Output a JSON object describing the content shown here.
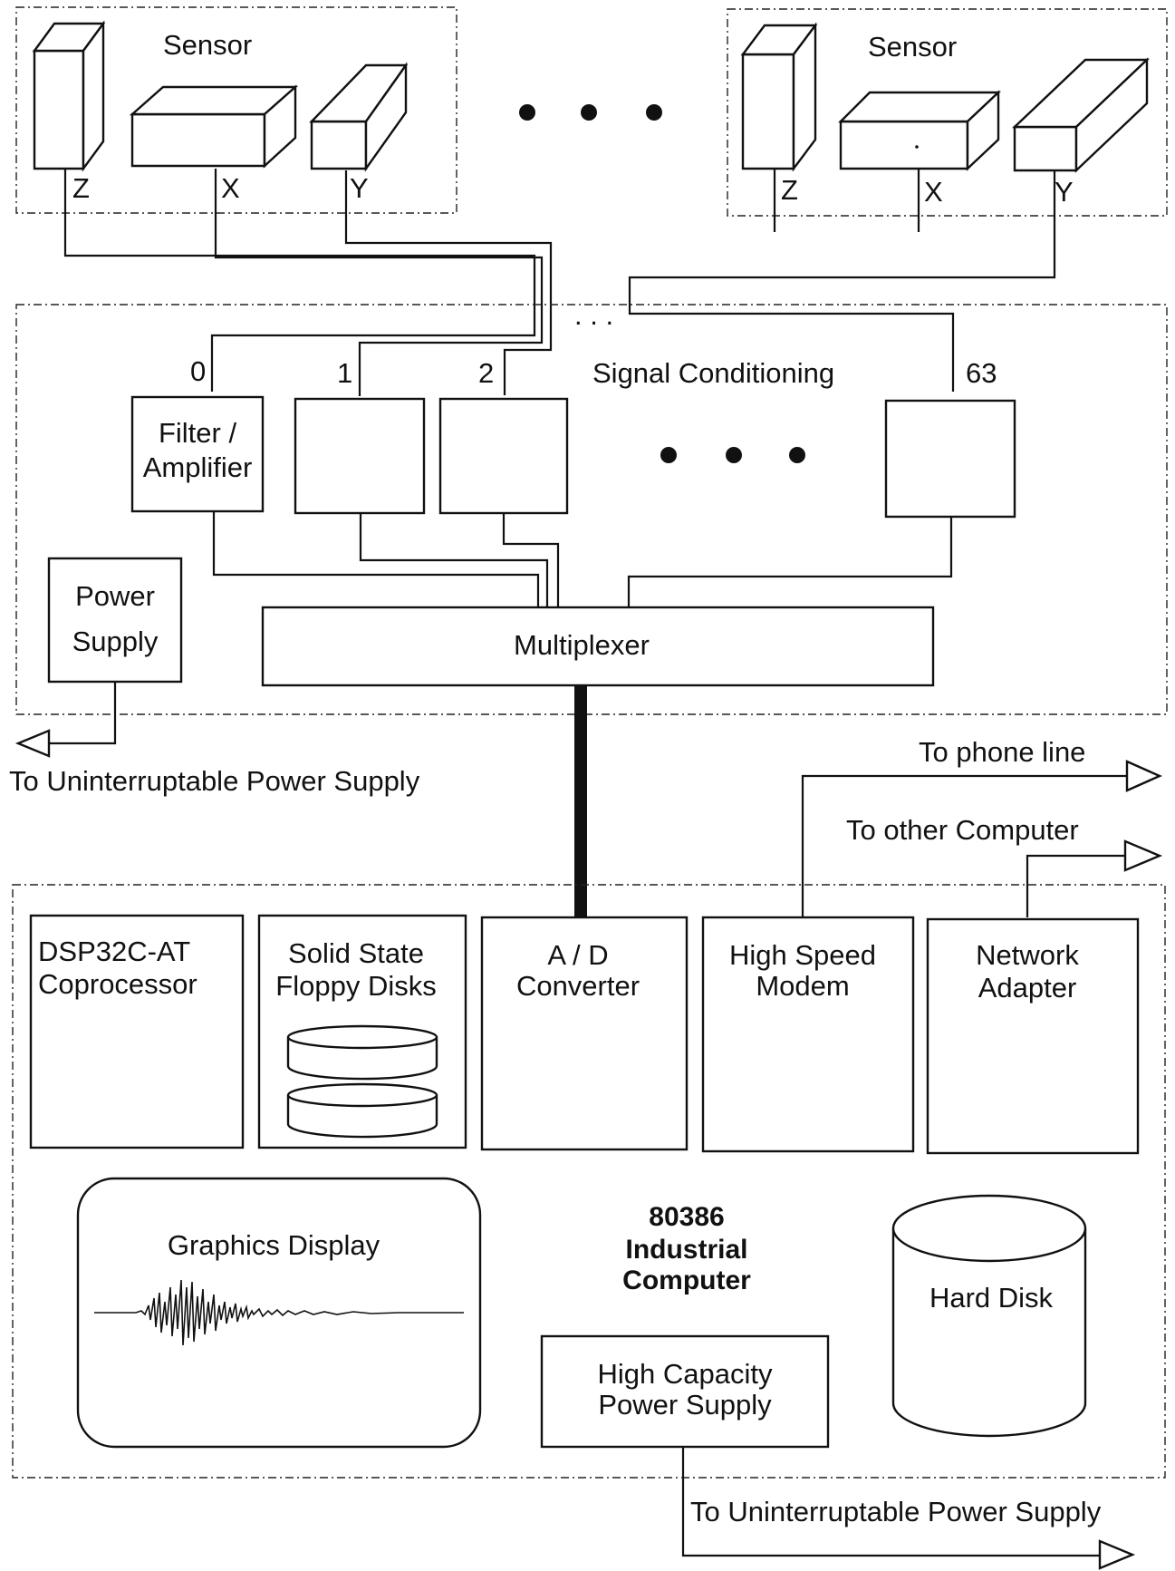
{
  "sensors": [
    {
      "title": "Sensor",
      "axes": [
        "Z",
        "X",
        "Y"
      ]
    },
    {
      "title": "Sensor",
      "axes": [
        "Z",
        "X",
        "Y"
      ]
    }
  ],
  "ellipsis_top": "• • •",
  "ellipsis_wires": ". . .",
  "signal_conditioning": {
    "title": "Signal Conditioning",
    "channels": [
      "0",
      "1",
      "2",
      "63"
    ],
    "filter_label_line1": "Filter /",
    "filter_label_line2": "Amplifier",
    "ellipsis": "• • •"
  },
  "power_supply": {
    "line1": "Power",
    "line2": "Supply"
  },
  "multiplexer": "Multiplexer",
  "to_ups_top": "To Uninterruptable Power Supply",
  "to_phone_line": "To phone line",
  "to_other_computer": "To other Computer",
  "computer": {
    "boxes": [
      {
        "line1": "DSP32C-AT",
        "line2": "Coprocessor"
      },
      {
        "line1": "Solid State",
        "line2": "Floppy Disks"
      },
      {
        "line1": "A / D",
        "line2": "Converter"
      },
      {
        "line1": "High Speed",
        "line2": "Modem"
      },
      {
        "line1": "Network",
        "line2": "Adapter"
      }
    ],
    "graphics_display": "Graphics Display",
    "title_line1": "80386",
    "title_line2": "Industrial",
    "title_line3": "Computer",
    "hard_disk": "Hard Disk",
    "hcps_line1": "High Capacity",
    "hcps_line2": "Power Supply"
  },
  "to_ups_bottom": "To Uninterruptable Power Supply"
}
